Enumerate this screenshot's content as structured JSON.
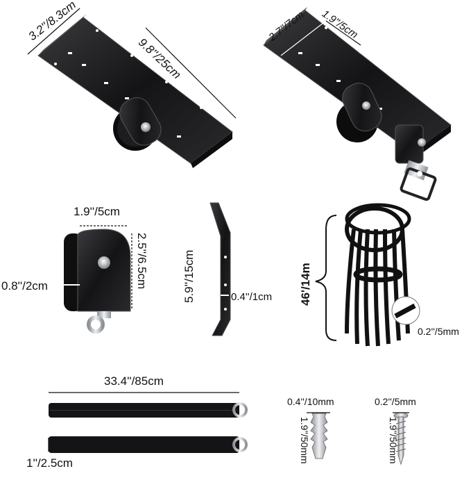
{
  "labels": {
    "bracket1_width": "3.2''/8.3cm",
    "bracket1_length": "9.8''/25cm",
    "bracket2_width": "2.7''/7cm",
    "bracket2_depth": "1.9''/5cm",
    "pulley_width": "1.9''/5cm",
    "pulley_height": "2.5''/6.5cm",
    "pulley_wheel": "0.8''/2cm",
    "bar_length": "5.9''/15cm",
    "bar_width": "0.4''/1cm",
    "rope_length": "46'/14m",
    "rope_diameter": "0.2''/5mm",
    "strap_length": "33.4''/85cm",
    "strap_width": "1''/2.5cm",
    "anchor_diameter": "0.4''/10mm",
    "anchor_length": "1.9''/50mm",
    "screw_diameter": "0.2''/5mm",
    "screw_length": "1.9''/50mm"
  },
  "colors": {
    "metal": "#1c1c1e",
    "metal_edge": "#4a4a4e",
    "chrome": "#c9ccd0",
    "anchor": "#9fa4aa",
    "line": "#111111"
  },
  "icons": [
    "ceiling-bracket-icon",
    "bracket-with-swivel-icon",
    "pulley-icon",
    "flat-bar-icon",
    "rope-coil-icon",
    "strap-icon",
    "wall-anchor-icon",
    "screw-icon"
  ]
}
